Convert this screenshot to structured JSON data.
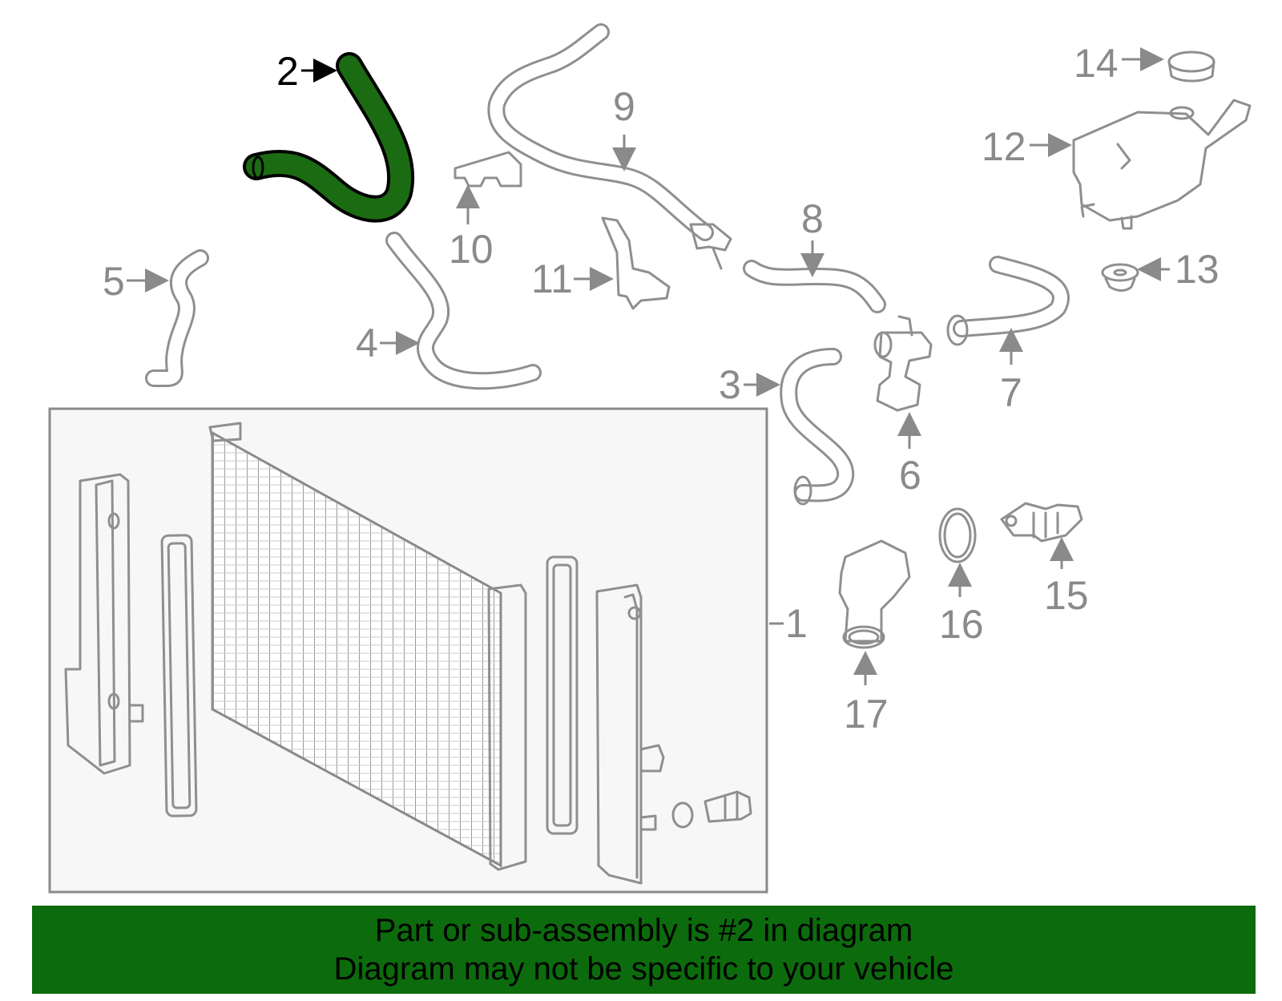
{
  "callouts": {
    "c1": "1",
    "c2": "2",
    "c3": "3",
    "c4": "4",
    "c5": "5",
    "c6": "6",
    "c7": "7",
    "c8": "8",
    "c9": "9",
    "c10": "10",
    "c11": "11",
    "c12": "12",
    "c13": "13",
    "c14": "14",
    "c15": "15",
    "c16": "16",
    "c17": "17"
  },
  "highlight": {
    "part": "2",
    "color": "#1b6b12",
    "outline": "#000000"
  },
  "banner": {
    "line1": "Part or sub-assembly is #2 in diagram",
    "line2": "Diagram may not be specific to your vehicle",
    "background": "#0c6b0c"
  }
}
